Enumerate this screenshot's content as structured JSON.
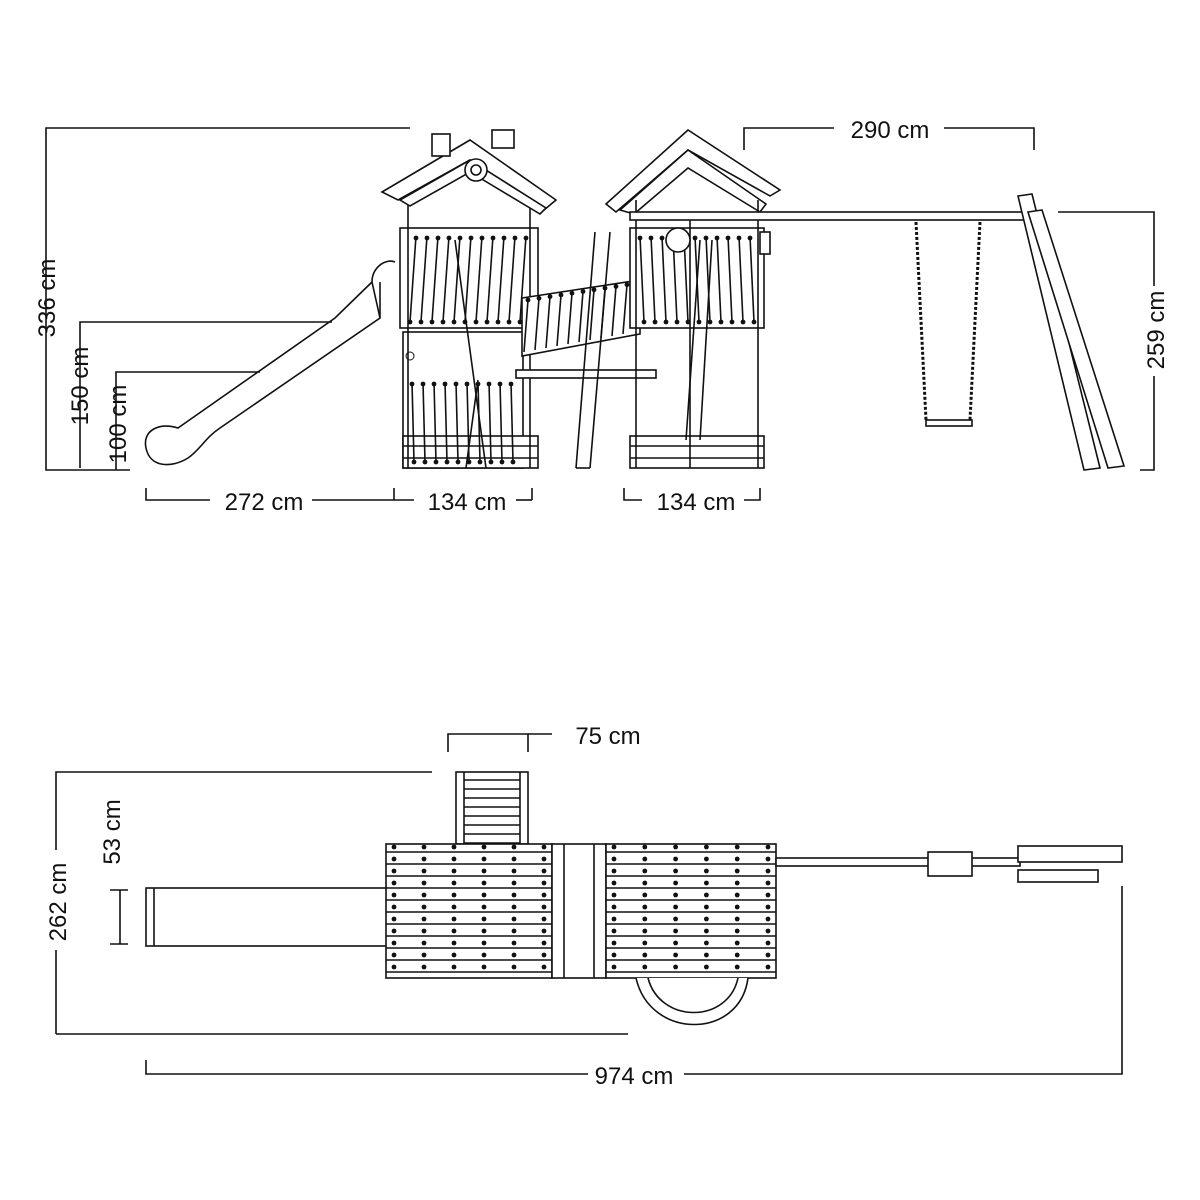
{
  "side_view": {
    "dimensions": {
      "total_height": "336 cm",
      "slide_platform_height": "150 cm",
      "lower_platform_height": "100 cm",
      "slide_length": "272 cm",
      "tower_left_width": "134 cm",
      "tower_right_width": "134 cm",
      "swing_beam_length": "290 cm",
      "swing_height": "259 cm"
    }
  },
  "top_view": {
    "dimensions": {
      "ladder_width": "75 cm",
      "total_depth": "262 cm",
      "slide_width": "53 cm",
      "total_length": "974 cm"
    }
  },
  "colors": {
    "line": "#111111",
    "background": "#ffffff"
  }
}
